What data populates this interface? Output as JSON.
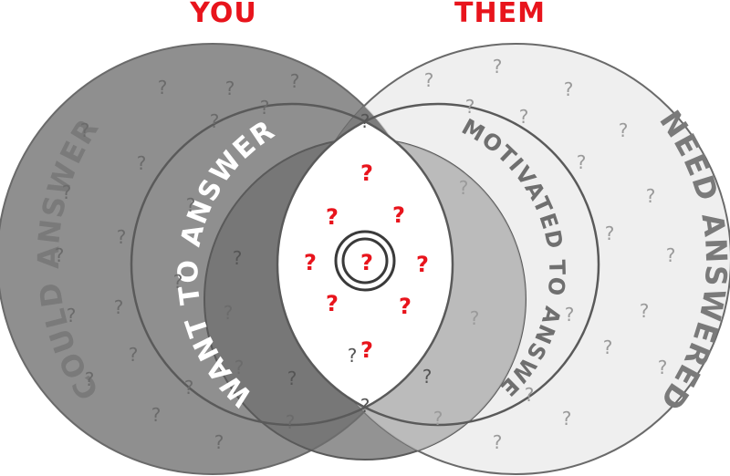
{
  "labels": {
    "you": "YOU",
    "them": "THEM",
    "could_answer": "COULD ANSWER",
    "want_to_answer": "WANT TO ANSWER",
    "motivated_to_answer": "MOTIVATED TO ANSWER",
    "need_answered": "NEED ANSWERED"
  },
  "question_mark": "?",
  "colors": {
    "accent_red": "#e8141c",
    "could_answer_fill": "#8f8f8f",
    "need_answered_fill": "#ececec",
    "want_to_answer_fill": "#6f6f6f",
    "motivated_fill": "#d9d9d9",
    "overlap_outer_fill": "#7d7d7d",
    "center_fill": "#ffffff",
    "outline": "#6a6a6a",
    "label_white": "#ffffff",
    "label_gray": "#7a7a7a"
  }
}
